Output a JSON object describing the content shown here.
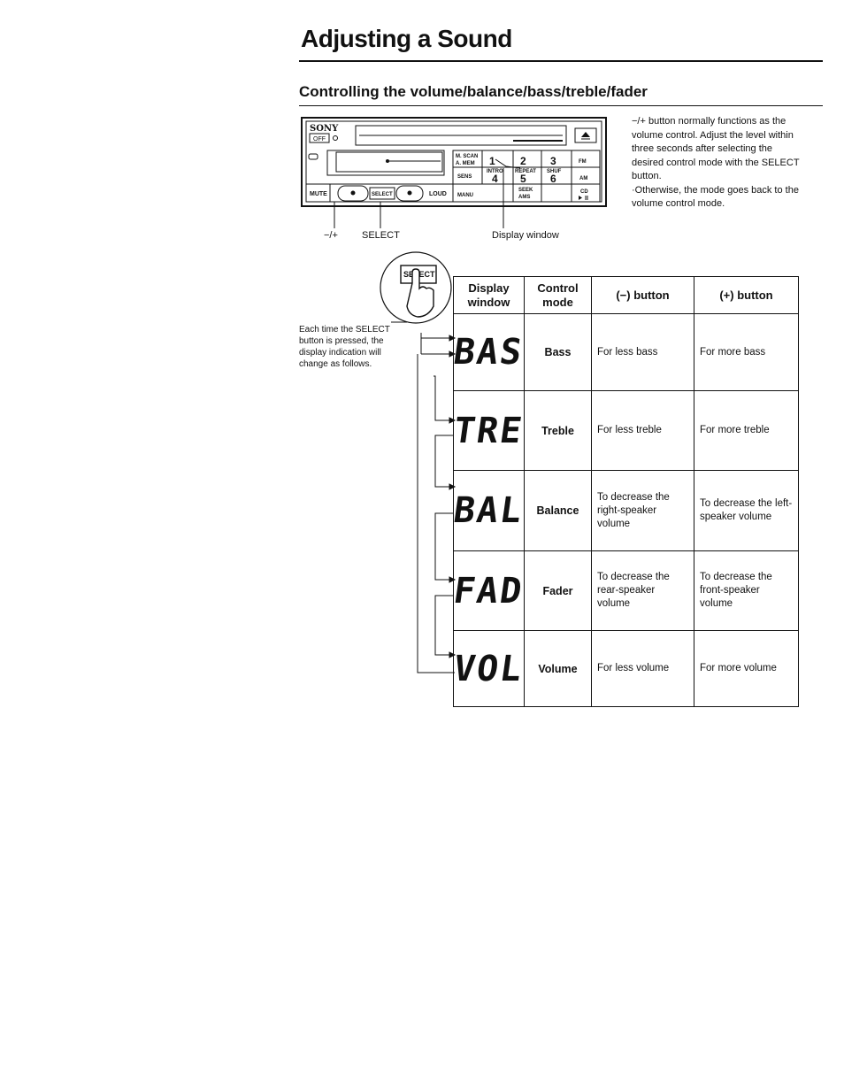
{
  "page": {
    "title": "Adjusting a Sound",
    "subtitle": "Controlling the volume/balance/bass/treble/fader"
  },
  "device": {
    "brand": "SONY",
    "off": "OFF",
    "buttons": {
      "mscan": "M. SCAN",
      "amem": "A. MEM",
      "intro": "INTRO",
      "repeat": "REPEAT",
      "shuf": "SHUF",
      "sens": "SENS",
      "fm": "FM",
      "am": "AM",
      "cd": "CD",
      "mute": "MUTE",
      "select": "SELECT",
      "loud": "LOUD",
      "manu": "MANU",
      "seek": "SEEK",
      "ams": "AMS",
      "p1": "1",
      "p2": "2",
      "p3": "3",
      "p4": "4",
      "p5": "5",
      "p6": "6"
    },
    "callouts": {
      "minus_plus": "−/+",
      "select": "SELECT",
      "display_window": "Display window"
    }
  },
  "note": [
    "−/+ button normally functions as the volume control. Adjust the level within three seconds after selecting the desired control mode with the SELECT button.",
    "·Otherwise, the mode goes back to the volume control mode."
  ],
  "select_button_label": "SELECT",
  "select_note": "Each time the SELECT button is pressed, the display indication will change as follows.",
  "table": {
    "headers": [
      "Display window",
      "Control mode",
      "(−) button",
      "(+) button"
    ],
    "rows": [
      {
        "display": "BAS",
        "mode": "Bass",
        "minus": "For less bass",
        "plus": "For more bass"
      },
      {
        "display": "TRE",
        "mode": "Treble",
        "minus": "For less treble",
        "plus": "For more treble"
      },
      {
        "display": "BAL",
        "mode": "Balance",
        "minus": "To decrease the right-speaker volume",
        "plus": "To decrease the left-speaker volume"
      },
      {
        "display": "FAD",
        "mode": "Fader",
        "minus": "To decrease the rear-speaker volume",
        "plus": "To decrease the front-speaker volume"
      },
      {
        "display": "VOL",
        "mode": "Volume",
        "minus": "For less volume",
        "plus": "For more volume"
      }
    ]
  }
}
